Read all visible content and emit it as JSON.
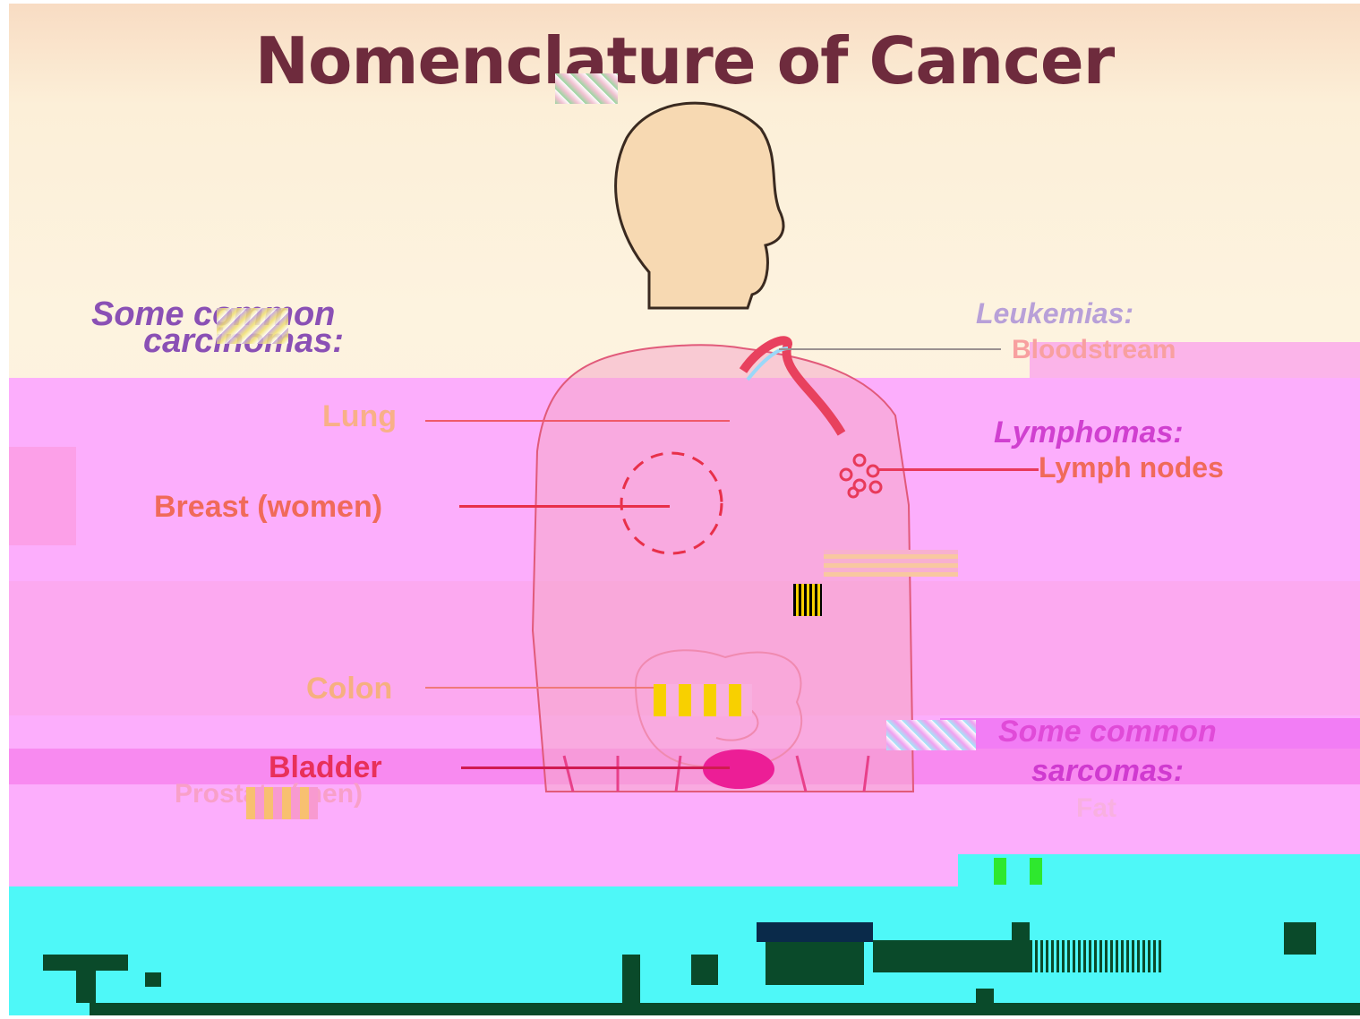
{
  "title": "Nomenclature of Cancer",
  "left_header": {
    "line1": "Some common",
    "line2": "carcinomas:"
  },
  "carcinomas": [
    "Lung",
    "Breast (women)",
    "Colon",
    "Bladder",
    "Prostate (men)"
  ],
  "right_headers": {
    "leukemias": "Leukemias:",
    "bloodstream": "Bloodstream",
    "lymphomas": "Lymphomas:",
    "lymph_nodes": "Lymph nodes",
    "sarcomas_line1": "Some common",
    "sarcomas_line2": "sarcomas:",
    "fat": "Fat"
  },
  "colors": {
    "title": "#6e2b3d",
    "header_left": "#8a50b5",
    "header_right": "#d040d0",
    "organ_label": "#f06a5a",
    "glitch_pink": "#fcaefc",
    "bottom_bar": "#4ef8f8"
  }
}
